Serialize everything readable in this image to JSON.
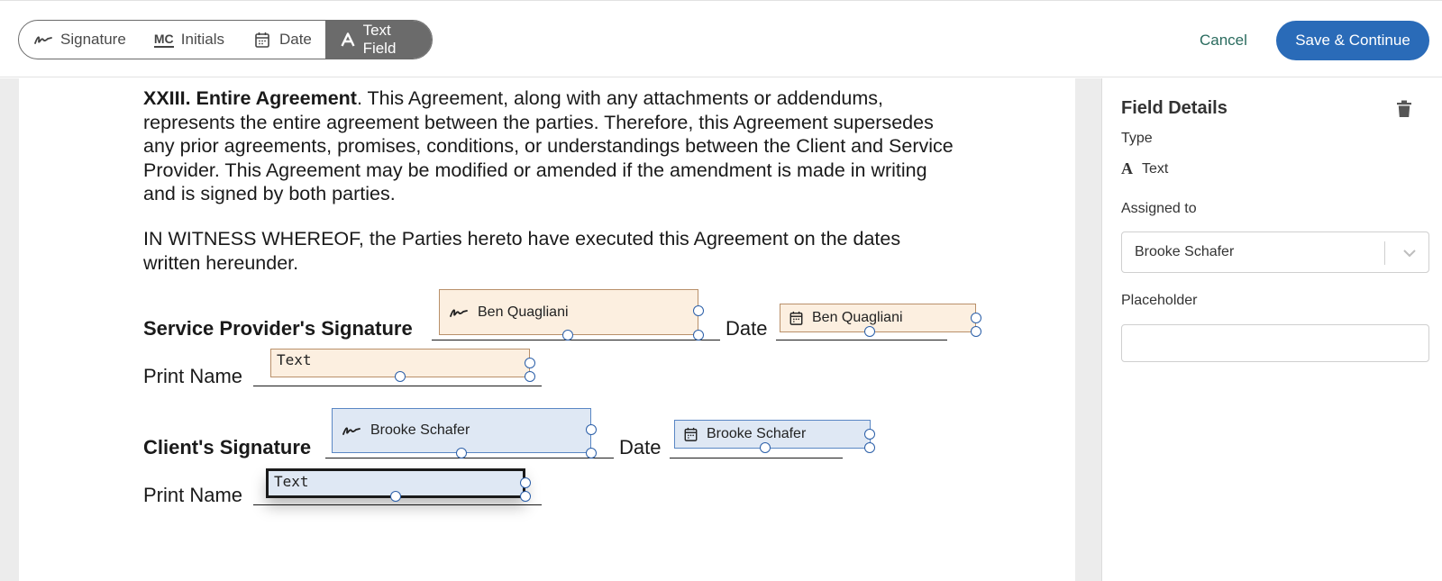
{
  "toolbar": {
    "tools": [
      {
        "label": "Signature",
        "icon": "signature-icon"
      },
      {
        "label": "Initials",
        "icon": "initials-icon"
      },
      {
        "label": "Date",
        "icon": "calendar-icon"
      },
      {
        "label": "Text Field",
        "icon": "text-field-icon",
        "active": true
      }
    ],
    "initials_glyph": "MC",
    "cancel_label": "Cancel",
    "save_label": "Save & Continue"
  },
  "document": {
    "section_heading": "XXIII. Entire Agreement",
    "section_body": ". This Agreement, along with any attachments or addendums, represents the entire agreement between the parties. Therefore, this Agreement supersedes any prior agreements, promises, conditions, or understandings between the Client and Service Provider. This Agreement may be modified or amended if the amendment is made in writing and is signed by both parties.",
    "witness_text": "IN WITNESS WHEREOF, the Parties hereto have executed this Agreement on the dates written hereunder.",
    "provider_signature_label": "Service Provider's Signature",
    "client_signature_label": "Client's Signature",
    "date_label": "Date",
    "print_name_label": "Print Name"
  },
  "fields": {
    "provider_signature": "Ben Quagliani",
    "provider_date": "Ben Quagliani",
    "provider_text": "Text",
    "client_signature": "Brooke Schafer",
    "client_date": "Brooke Schafer",
    "client_text": "Text"
  },
  "panel": {
    "title": "Field Details",
    "type_label": "Type",
    "type_glyph": "A",
    "type_value": "Text",
    "assigned_label": "Assigned to",
    "assigned_value": "Brooke Schafer",
    "placeholder_label": "Placeholder",
    "placeholder_value": ""
  },
  "colors": {
    "accent": "#2a6bb8",
    "cancel": "#2a6b5e",
    "provider_field_bg": "#fcefe0",
    "client_field_bg": "#dfe8f4"
  }
}
